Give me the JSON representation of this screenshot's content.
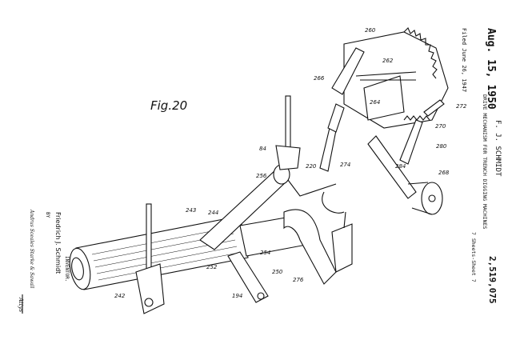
{
  "header": {
    "date": "Aug. 15, 1950",
    "inventor_name": "F. J. SCHMIDT",
    "patent_number": "2,519,075",
    "title": "DRIVE MECHANISM FOR TRENCH DIGGING MACHINES",
    "filed": "Filed June 26, 1947",
    "sheets": "7 Sheets-Sheet 7"
  },
  "figure": {
    "label": "Fig.20",
    "part_numbers": [
      "260",
      "262",
      "266",
      "264",
      "272",
      "270",
      "280",
      "268",
      "284",
      "84",
      "256",
      "220",
      "274",
      "243",
      "244",
      "254",
      "252",
      "250",
      "276",
      "194",
      "242"
    ]
  },
  "signature_block": {
    "inventor_heading": "INVENTOR.",
    "inventor": "Friedrich J. Schmidt",
    "by": "BY",
    "signature": "Andrus Sceales Starke & Sawall",
    "attorney": "Attys"
  }
}
